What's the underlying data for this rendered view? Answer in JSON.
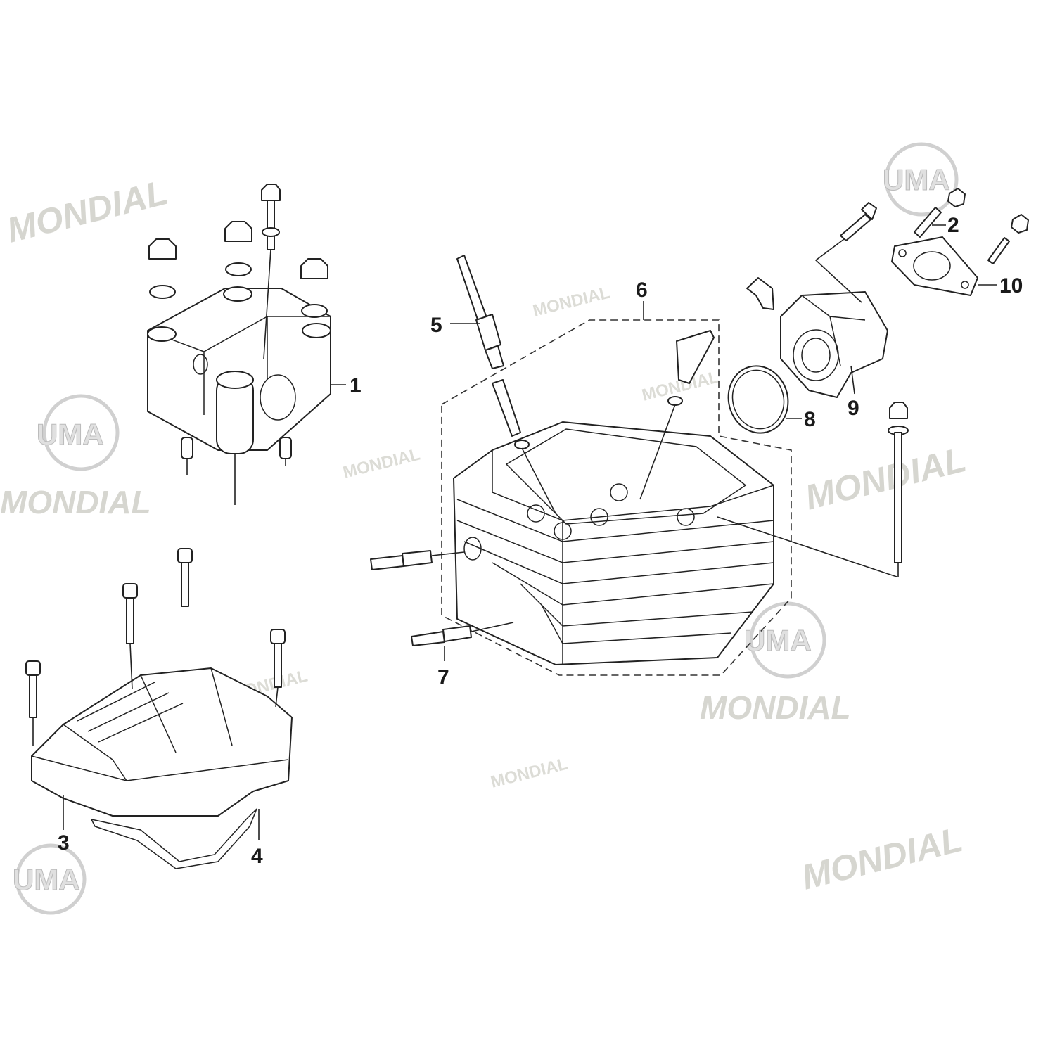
{
  "watermarks": {
    "brand": "MONDIAL",
    "logo": "UMA"
  },
  "callouts": [
    {
      "id": "1",
      "label": "1"
    },
    {
      "id": "2",
      "label": "2"
    },
    {
      "id": "3",
      "label": "3"
    },
    {
      "id": "4",
      "label": "4"
    },
    {
      "id": "5",
      "label": "5"
    },
    {
      "id": "6",
      "label": "6"
    },
    {
      "id": "7",
      "label": "7"
    },
    {
      "id": "8",
      "label": "8"
    },
    {
      "id": "9",
      "label": "9"
    },
    {
      "id": "10",
      "label": "10"
    }
  ]
}
